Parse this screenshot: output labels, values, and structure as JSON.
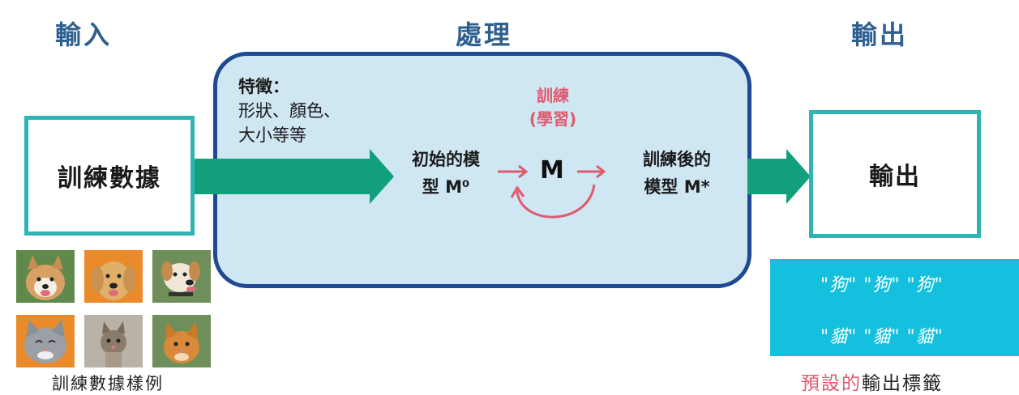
{
  "headings": {
    "input": "輸入",
    "process": "處理",
    "output": "輸出"
  },
  "input_box": {
    "label": "訓練數據"
  },
  "features": {
    "title": "特徵：",
    "line1": "形狀、顏色、",
    "line2": "大小等等"
  },
  "initial_model": {
    "line1": "初始的模",
    "line2": "型 M⁰"
  },
  "training": {
    "line1": "訓練",
    "line2": "(學習)",
    "model": "M"
  },
  "trained_model": {
    "line1": "訓練後的",
    "line2": "模型 M*"
  },
  "output_box": {
    "label": "輸出"
  },
  "preset_labels": {
    "row1": "\"狗\" \"狗\" \"狗\"",
    "row2": "\"貓\" \"貓\" \"貓\""
  },
  "footer": {
    "samples_caption": "訓練數據樣例",
    "preset_prefix": "預設的",
    "preset_suffix": "輸出標籤"
  },
  "samples": [
    {
      "icon": "dog-photo-1"
    },
    {
      "icon": "dog-photo-2"
    },
    {
      "icon": "dog-photo-3"
    },
    {
      "icon": "cat-photo-1"
    },
    {
      "icon": "cat-photo-2"
    },
    {
      "icon": "cat-photo-3"
    }
  ],
  "colors": {
    "heading": "#2e5f8f",
    "teal": "#2fb3b3",
    "arrow": "#12a07c",
    "process_fill": "#cfe6f3",
    "process_border": "#1f4a93",
    "training": "#e05a6e",
    "label_band": "#14c0de"
  }
}
